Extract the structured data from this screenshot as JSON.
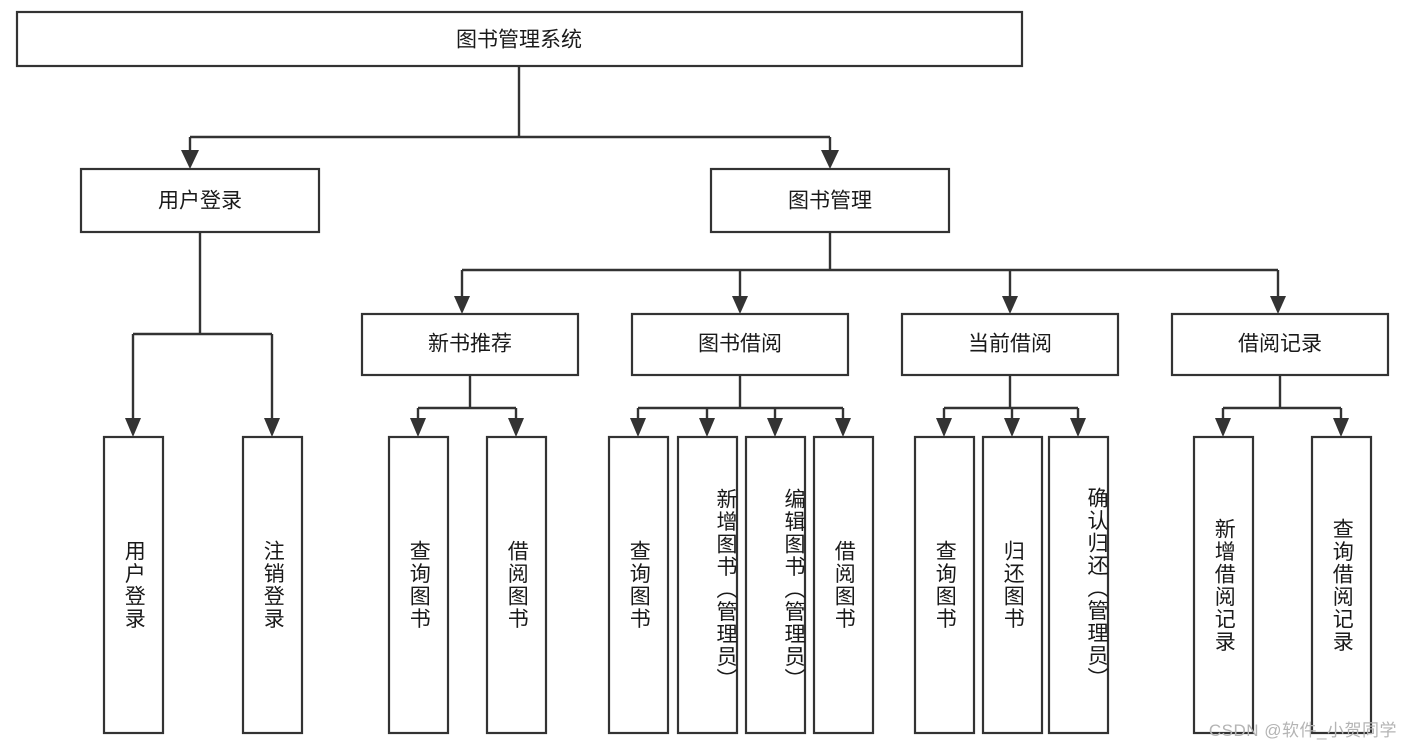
{
  "diagram": {
    "title": "图书管理系统",
    "type": "hierarchy-tree",
    "watermark": "CSDN @软件_小贺同学",
    "colors": {
      "box_stroke": "#333333",
      "box_fill": "#ffffff",
      "text": "#1a1a1a",
      "watermark": "#b4b4b4",
      "background": "#ffffff"
    },
    "levels": {
      "root": {
        "label": "图书管理系统"
      },
      "level2": [
        {
          "label": "用户登录"
        },
        {
          "label": "图书管理"
        }
      ],
      "level3": [
        {
          "label": "新书推荐"
        },
        {
          "label": "图书借阅"
        },
        {
          "label": "当前借阅"
        },
        {
          "label": "借阅记录"
        }
      ],
      "leaves": {
        "user_login": [
          {
            "label": "用户登录"
          },
          {
            "label": "注销登录"
          }
        ],
        "new_book": [
          {
            "label": "查询图书"
          },
          {
            "label": "借阅图书"
          }
        ],
        "book_borrow": [
          {
            "label": "查询图书"
          },
          {
            "label": "新增图书（管理员）"
          },
          {
            "label": "编辑图书（管理员）"
          },
          {
            "label": "借阅图书"
          }
        ],
        "current_borrow": [
          {
            "label": "查询图书"
          },
          {
            "label": "归还图书"
          },
          {
            "label": "确认归还（管理员）"
          }
        ],
        "borrow_record": [
          {
            "label": "新增借阅记录"
          },
          {
            "label": "查询借阅记录"
          }
        ]
      }
    }
  }
}
